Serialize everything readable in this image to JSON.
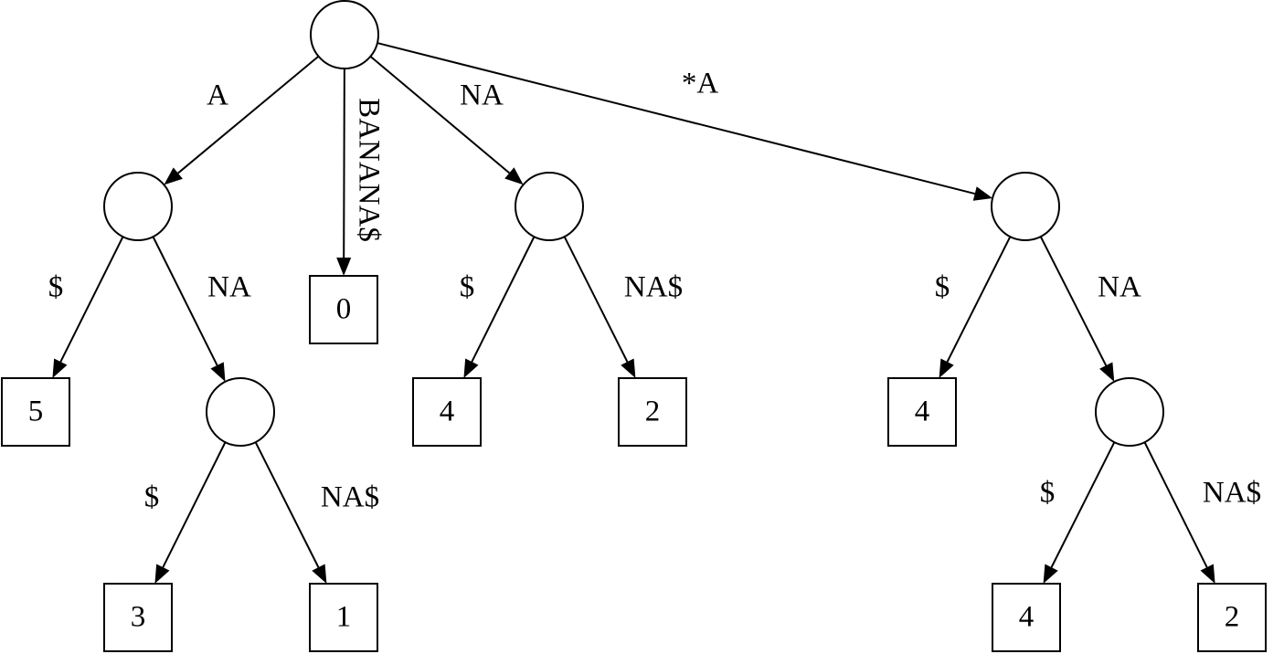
{
  "tree": {
    "nodes": [
      {
        "id": "root",
        "kind": "internal"
      },
      {
        "id": "a",
        "kind": "internal"
      },
      {
        "id": "ana",
        "kind": "internal"
      },
      {
        "id": "na",
        "kind": "internal"
      },
      {
        "id": "star-a",
        "kind": "internal"
      },
      {
        "id": "star-ana",
        "kind": "internal"
      },
      {
        "id": "leaf-a-end",
        "kind": "leaf",
        "label": "5"
      },
      {
        "id": "leaf-ana-end",
        "kind": "leaf",
        "label": "3"
      },
      {
        "id": "leaf-anana",
        "kind": "leaf",
        "label": "1"
      },
      {
        "id": "leaf-banana",
        "kind": "leaf",
        "label": "0"
      },
      {
        "id": "leaf-na-end",
        "kind": "leaf",
        "label": "4"
      },
      {
        "id": "leaf-nana",
        "kind": "leaf",
        "label": "2"
      },
      {
        "id": "leaf-star-a-end",
        "kind": "leaf",
        "label": "4"
      },
      {
        "id": "leaf-star-ana-end",
        "kind": "leaf",
        "label": "4"
      },
      {
        "id": "leaf-star-anana",
        "kind": "leaf",
        "label": "2"
      }
    ],
    "edges": [
      {
        "from": "root",
        "to": "a",
        "label": "A"
      },
      {
        "from": "root",
        "to": "leaf-banana",
        "label": "BANANA$"
      },
      {
        "from": "root",
        "to": "na",
        "label": "NA"
      },
      {
        "from": "root",
        "to": "star-a",
        "label": "*A"
      },
      {
        "from": "a",
        "to": "leaf-a-end",
        "label": "$"
      },
      {
        "from": "a",
        "to": "ana",
        "label": "NA"
      },
      {
        "from": "ana",
        "to": "leaf-ana-end",
        "label": "$"
      },
      {
        "from": "ana",
        "to": "leaf-anana",
        "label": "NA$"
      },
      {
        "from": "na",
        "to": "leaf-na-end",
        "label": "$"
      },
      {
        "from": "na",
        "to": "leaf-nana",
        "label": "NA$"
      },
      {
        "from": "star-a",
        "to": "leaf-star-a-end",
        "label": "$"
      },
      {
        "from": "star-a",
        "to": "star-ana",
        "label": "NA"
      },
      {
        "from": "star-ana",
        "to": "leaf-star-ana-end",
        "label": "$"
      },
      {
        "from": "star-ana",
        "to": "leaf-star-anana",
        "label": "NA$"
      }
    ]
  }
}
